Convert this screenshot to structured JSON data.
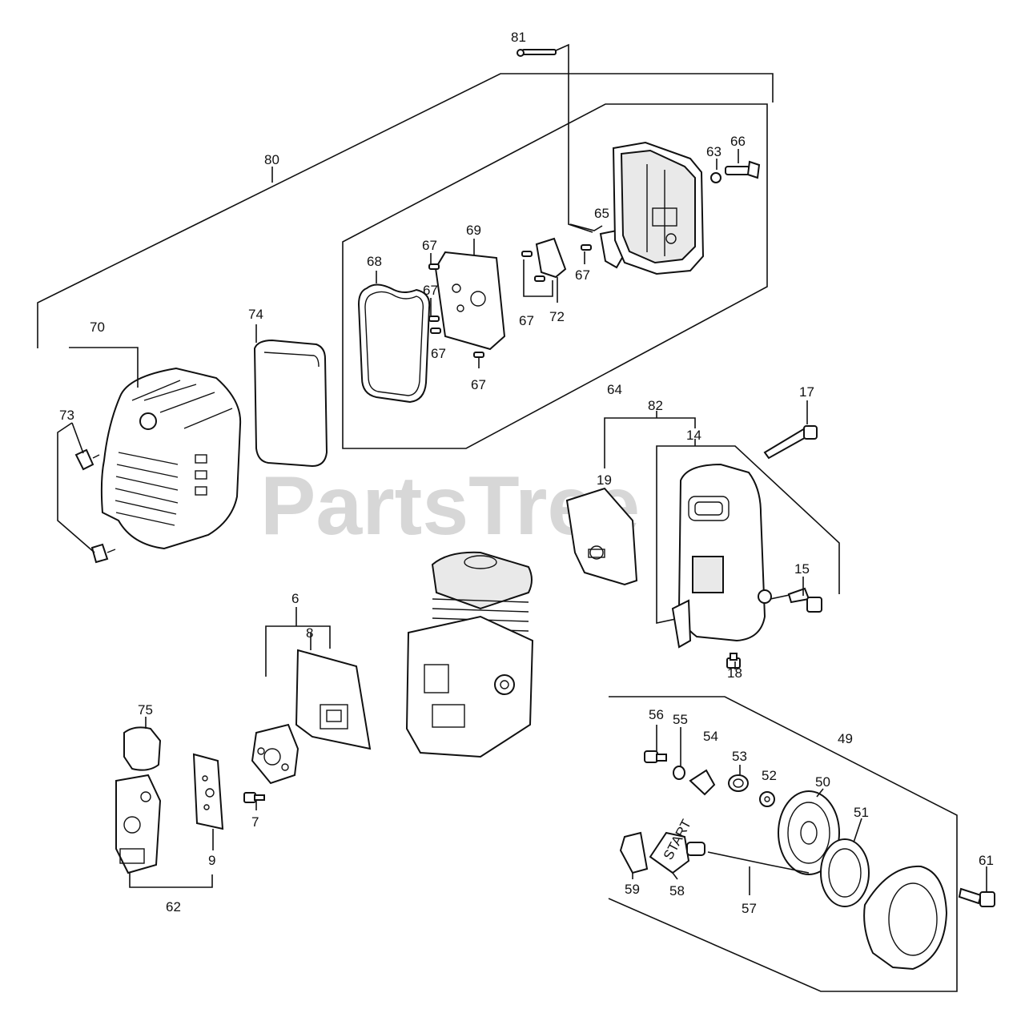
{
  "watermark": "PartsTree",
  "labels": {
    "p81": "81",
    "p80": "80",
    "p63": "63",
    "p66": "66",
    "p65": "65",
    "p69": "69",
    "p67a": "67",
    "p68": "68",
    "p67b": "67",
    "p67c": "67",
    "p67d": "67",
    "p67e": "67",
    "p67f": "67",
    "p72": "72",
    "p74": "74",
    "p70": "70",
    "p73": "73",
    "p64": "64",
    "p82": "82",
    "p17": "17",
    "p14": "14",
    "p19": "19",
    "p15": "15",
    "p18": "18",
    "p6": "6",
    "p8": "8",
    "p75": "75",
    "p7": "7",
    "p9": "9",
    "p62": "62",
    "p56": "56",
    "p55": "55",
    "p54": "54",
    "p53": "53",
    "p52": "52",
    "p49": "49",
    "p50": "50",
    "p51": "51",
    "p61": "61",
    "p59": "59",
    "p58": "58",
    "p57": "57"
  },
  "starter_handle_text": "START"
}
